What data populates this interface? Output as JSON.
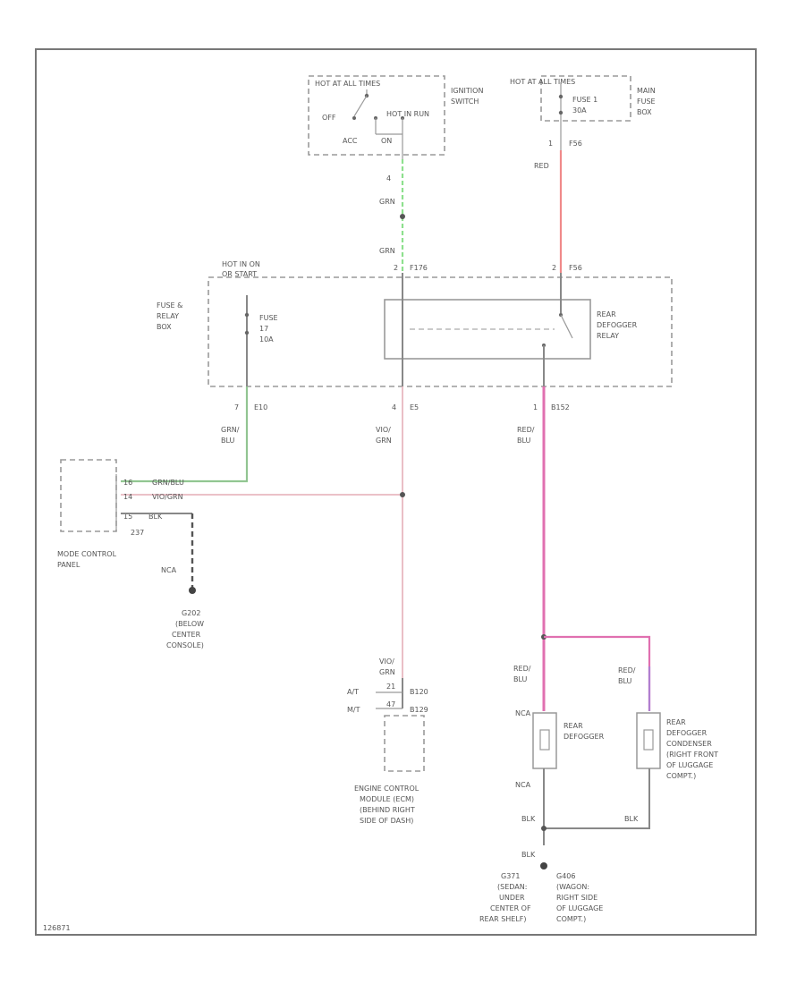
{
  "footer_code": "126871",
  "colors": {
    "grn": "#8ee08e",
    "red": "#f08a8a",
    "pink": "#e070b0",
    "purple": "#b07fd0",
    "ltpink": "#e8b8c0",
    "wire": "#888888"
  },
  "top": {
    "ignition_hot": "HOT AT ALL TIMES",
    "ignition_name_1": "IGNITION",
    "ignition_name_2": "SWITCH",
    "off": "OFF",
    "acc": "ACC",
    "on": "ON",
    "hot_start": "HOT IN RUN",
    "fuse_hot": "HOT AT ALL TIMES",
    "fuse_label_1": "FUSE 1",
    "fuse_label_2": "30A",
    "main_fuse_1": "MAIN",
    "main_fuse_2": "FUSE",
    "main_fuse_3": "BOX",
    "pin_left": "4",
    "pin_right": "1",
    "pin_right_code": "F56"
  },
  "wires": {
    "grn_1": "GRN",
    "grn_2": "GRN",
    "red_1": "RED",
    "grn_blu": "GRN/\nBLU",
    "grn_blu_a": "GRN/",
    "grn_blu_b": "BLU",
    "vio_grn_a": "VIO/",
    "vio_grn_b": "GRN",
    "red_blu_a": "RED/",
    "red_blu_b": "BLU",
    "red_blu_2a": "RED/",
    "red_blu_2b": "BLU",
    "red_blu_3a": "RED/",
    "red_blu_3b": "BLU",
    "vio_grn_2a": "VIO/",
    "vio_grn_2b": "GRN",
    "blk_1": "BLK",
    "blk_2": "BLK",
    "blk_3": "BLK",
    "blk_4": "BLK"
  },
  "relay_box": {
    "hot_label_1": "HOT IN ON",
    "hot_label_2": "OR START",
    "box_label_1": "FUSE &",
    "box_label_2": "RELAY",
    "box_label_3": "BOX",
    "fuse_label_1": "FUSE",
    "fuse_label_2": "17",
    "fuse_label_3": "10A",
    "relay_label_1": "REAR",
    "relay_label_2": "DEFOGGER",
    "relay_label_3": "RELAY",
    "pin_top_left": "2",
    "pin_top_left_code": "F176",
    "pin_top_right": "2",
    "pin_top_right_code": "F56",
    "pin_bot_1": "7",
    "pin_bot_1_code": "E10",
    "pin_bot_2": "4",
    "pin_bot_2_code": "E5",
    "pin_bot_3": "1",
    "pin_bot_3_code": "B152"
  },
  "mode_panel": {
    "pin_a": "16",
    "pin_a_wire": "GRN/BLU",
    "pin_b": "14",
    "pin_b_wire": "VIO/GRN",
    "pin_c": "15",
    "pin_c_wire": "BLK",
    "pin_c_code": "237",
    "label_1": "MODE CONTROL",
    "label_2": "PANEL",
    "ground_wire": "NCA",
    "ground_1": "G202",
    "ground_2": "(BELOW",
    "ground_3": "CENTER",
    "ground_4": "CONSOLE)"
  },
  "ecm": {
    "at": "A/T",
    "mt": "M/T",
    "pin_at": "21",
    "pin_at_code": "B120",
    "pin_mt": "47",
    "pin_mt_code": "B129",
    "label_1": "ENGINE CONTROL",
    "label_2": "MODULE (ECM)",
    "label_3": "(BEHIND RIGHT",
    "label_4": "SIDE OF DASH)"
  },
  "defogger": {
    "pin_top": "NCA",
    "pin_bottom": "NCA",
    "label_1": "REAR",
    "label_2": "DEFOGGER",
    "cond_label_1": "REAR",
    "cond_label_2": "DEFOGGER",
    "cond_label_3": "CONDENSER",
    "cond_label_4": "(RIGHT FRONT",
    "cond_label_5": "OF LUGGAGE",
    "cond_label_6": "COMPT.)"
  },
  "grounds": {
    "g_left_1": "G371",
    "g_left_2": "(SEDAN:",
    "g_left_3": "UNDER",
    "g_left_4": "CENTER OF",
    "g_left_5": "REAR SHELF)",
    "g_right_1": "G406",
    "g_right_2": "(WAGON:",
    "g_right_3": "RIGHT SIDE",
    "g_right_4": "OF LUGGAGE",
    "g_right_5": "COMPT.)"
  }
}
